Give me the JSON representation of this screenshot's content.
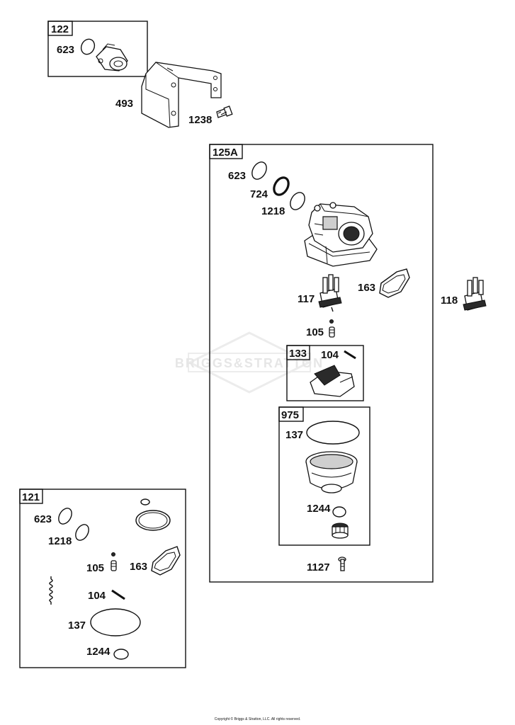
{
  "boxes": {
    "b122": "122",
    "b125A": "125A",
    "b133": "133",
    "b975": "975",
    "b121": "121"
  },
  "parts": {
    "p623a": "623",
    "p493": "493",
    "p1238": "1238",
    "p623b": "623",
    "p724": "724",
    "p1218a": "1218",
    "p117": "117",
    "p163a": "163",
    "p118": "118",
    "p105a": "105",
    "p104a": "104",
    "p137a": "137",
    "p1244a": "1244",
    "p1127": "1127",
    "p623c": "623",
    "p1218b": "1218",
    "p105b": "105",
    "p163b": "163",
    "p104b": "104",
    "p137b": "137",
    "p1244b": "1244"
  },
  "watermark": "BRIGGS&STRATTON",
  "copyright": "Copyright © Briggs & Stratton, LLC. All rights reserved."
}
